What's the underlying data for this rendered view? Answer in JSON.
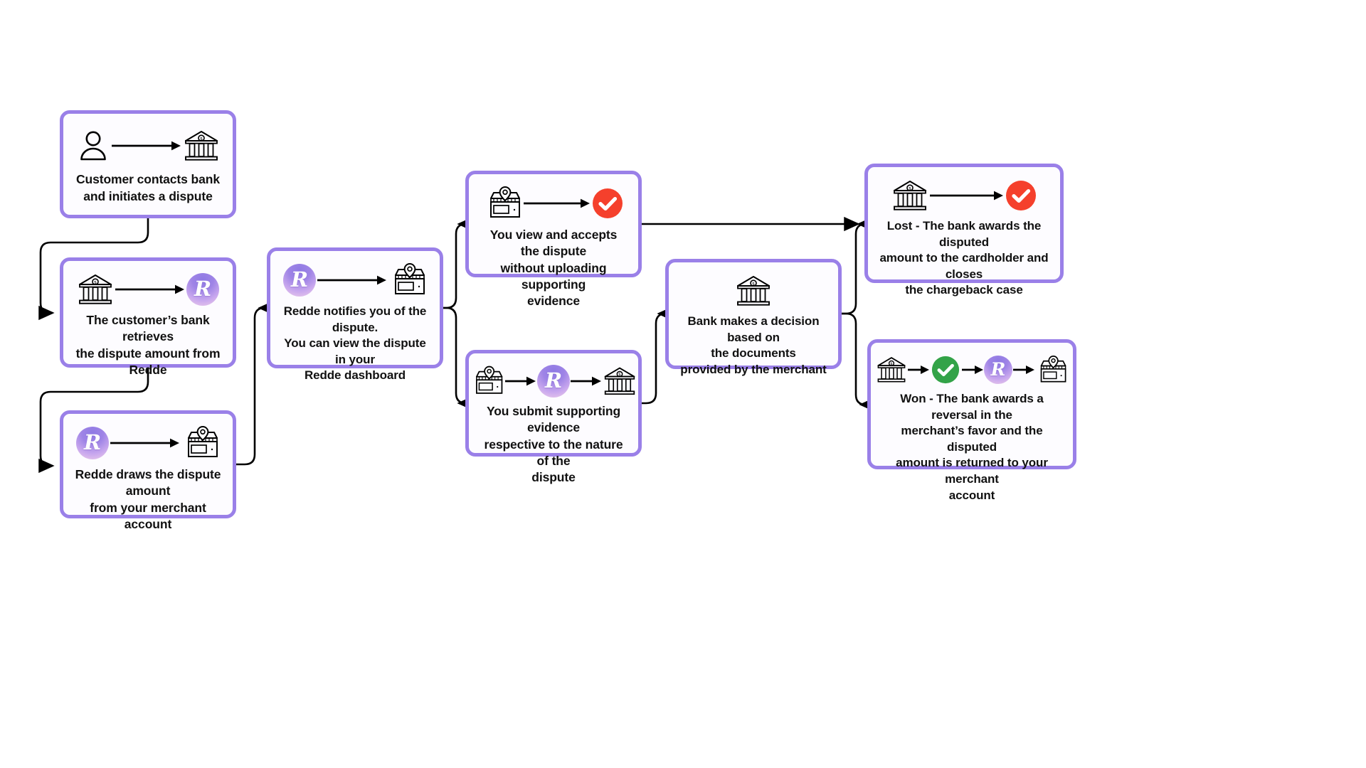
{
  "diagram": {
    "title": "Chargeback dispute lifecycle flowchart",
    "theme": {
      "node_border": "#9a80e8",
      "node_background": "#fdfcff",
      "connector": "#000000",
      "accent_red": "#f5402c",
      "accent_green": "#33a348",
      "brand_gradient_from": "#8f7ae4",
      "brand_gradient_to": "#f0cfe9",
      "text": "#111111"
    },
    "nodes": [
      {
        "id": "customer-contacts-bank",
        "label": "Customer contacts bank\nand initiates a dispute",
        "icons": [
          "person-icon",
          "arrow-right-icon",
          "bank-icon"
        ]
      },
      {
        "id": "bank-retrieves-amount",
        "label": "The customer’s bank retrieves\nthe dispute amount from Redde",
        "icons": [
          "bank-icon",
          "arrow-right-icon",
          "redde-logo-icon"
        ]
      },
      {
        "id": "redde-draws-amount",
        "label": "Redde draws the dispute amount\nfrom your merchant account",
        "icons": [
          "redde-logo-icon",
          "arrow-right-icon",
          "store-icon"
        ]
      },
      {
        "id": "redde-notifies-you",
        "label": "Redde notifies you of the dispute.\nYou can view the dispute in your\nRedde dashboard",
        "icons": [
          "redde-logo-icon",
          "arrow-right-icon",
          "store-icon"
        ]
      },
      {
        "id": "view-and-accept",
        "label": "You view and accepts the dispute\nwithout uploading supporting\nevidence",
        "icons": [
          "store-icon",
          "arrow-right-icon",
          "check-circle-red-icon"
        ]
      },
      {
        "id": "submit-evidence",
        "label": "You submit supporting evidence\nrespective to the nature of the\ndispute",
        "icons": [
          "store-icon",
          "arrow-right-icon",
          "redde-logo-icon",
          "arrow-right-icon",
          "bank-icon"
        ]
      },
      {
        "id": "bank-makes-decision",
        "label": "Bank makes a decision based on\nthe documents\nprovided by the merchant",
        "icons": [
          "bank-icon"
        ]
      },
      {
        "id": "outcome-lost",
        "label": "Lost - The bank awards the disputed\namount to the cardholder and closes\nthe chargeback case",
        "icons": [
          "bank-icon",
          "arrow-right-icon",
          "check-circle-red-icon"
        ]
      },
      {
        "id": "outcome-won",
        "label": "Won - The bank awards a reversal in the\nmerchant’s favor and the disputed\namount is returned to your merchant\naccount",
        "icons": [
          "bank-icon",
          "arrow-right-icon",
          "check-circle-green-icon",
          "arrow-right-icon",
          "redde-logo-icon",
          "arrow-right-icon",
          "store-icon"
        ]
      }
    ],
    "brand_mark": "R",
    "connections": [
      {
        "from": "customer-contacts-bank",
        "to": "bank-retrieves-amount"
      },
      {
        "from": "bank-retrieves-amount",
        "to": "redde-draws-amount"
      },
      {
        "from": "redde-draws-amount",
        "to": "redde-notifies-you"
      },
      {
        "from": "redde-notifies-you",
        "to": "view-and-accept"
      },
      {
        "from": "redde-notifies-you",
        "to": "submit-evidence"
      },
      {
        "from": "view-and-accept",
        "to": "outcome-lost"
      },
      {
        "from": "submit-evidence",
        "to": "bank-makes-decision"
      },
      {
        "from": "bank-makes-decision",
        "to": "outcome-lost"
      },
      {
        "from": "bank-makes-decision",
        "to": "outcome-won"
      }
    ]
  }
}
